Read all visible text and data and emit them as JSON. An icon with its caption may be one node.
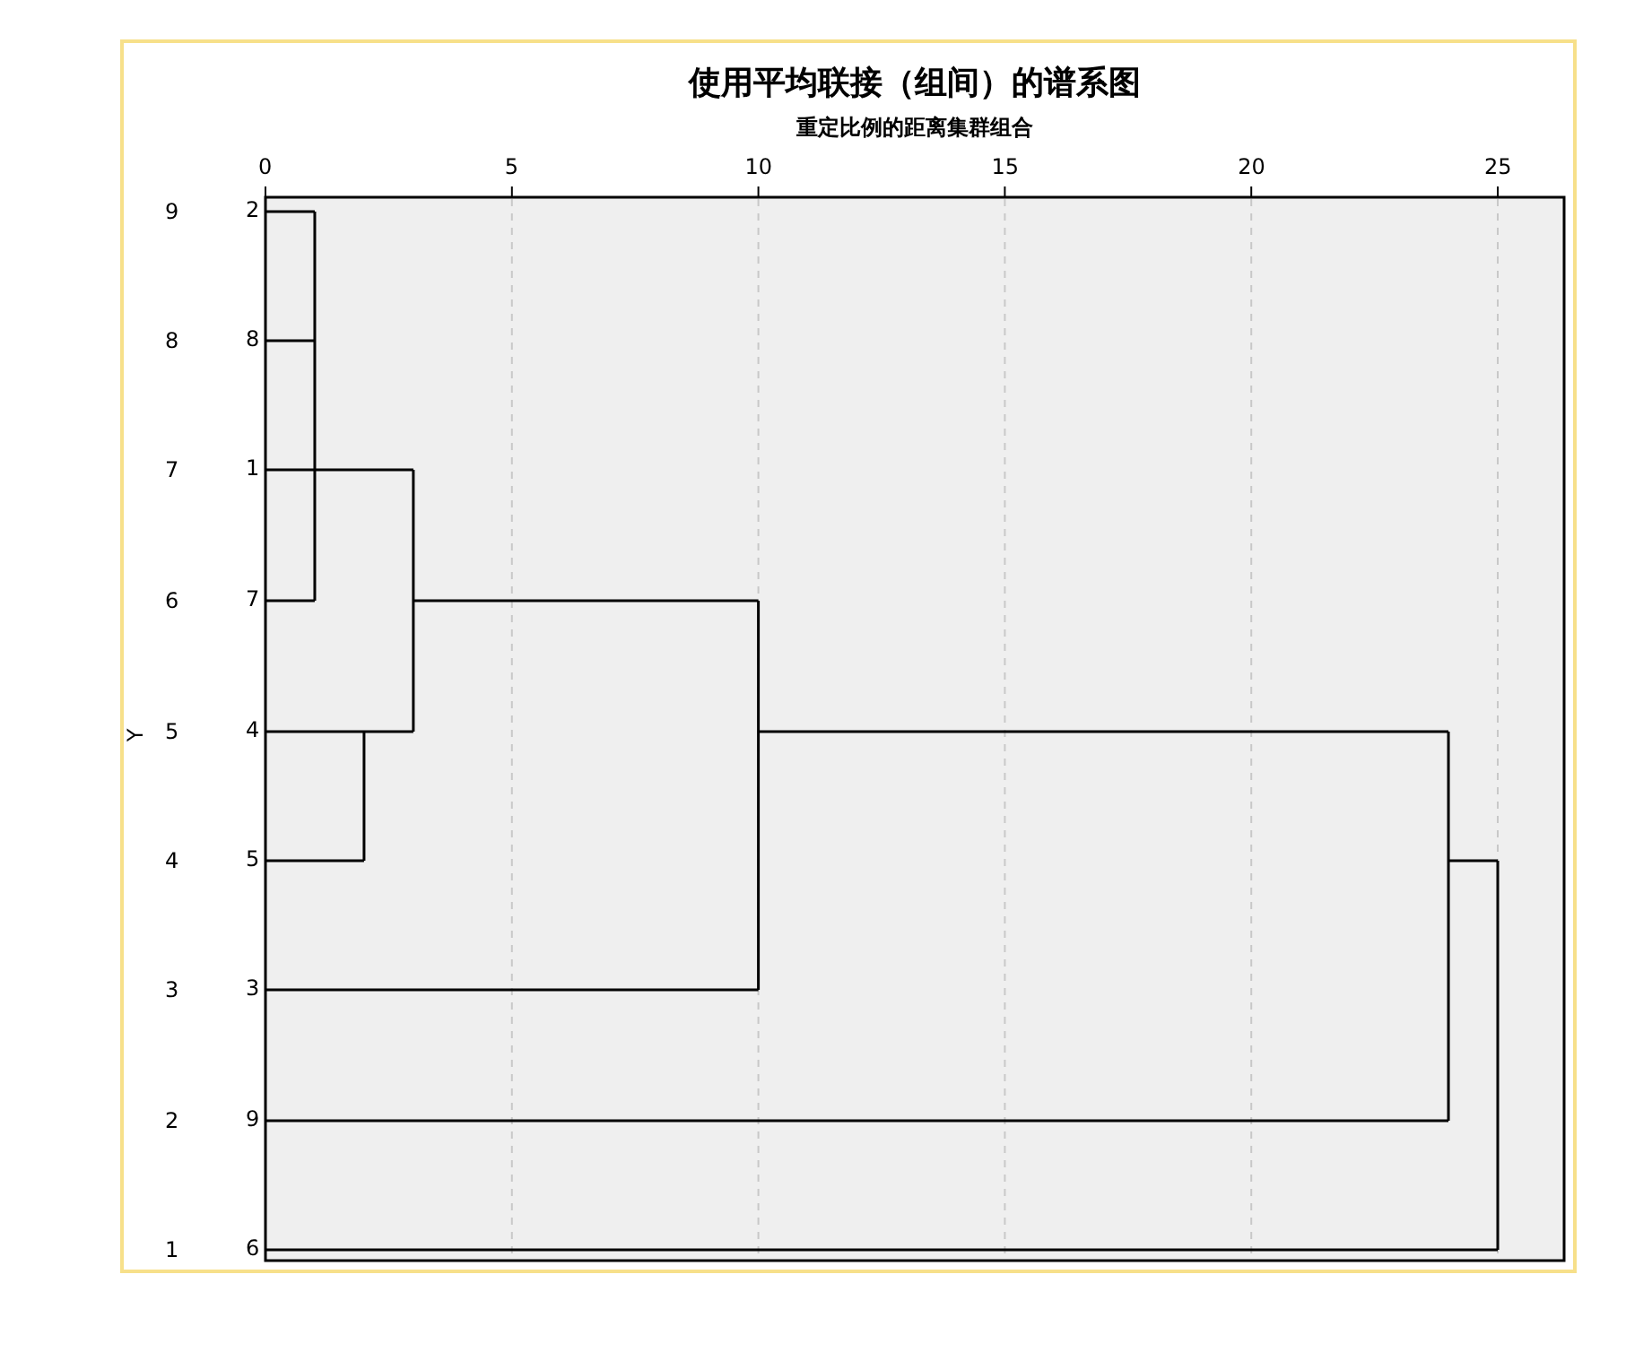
{
  "diagram": {
    "title": "使用平均联接（组间）的谱系图",
    "labels": [
      "重定比例的距离集群组合",
      "0",
      "5",
      "10",
      "15",
      "20",
      "25",
      "Y",
      "9",
      "8",
      "7",
      "6",
      "5",
      "4",
      "3",
      "2",
      "1",
      "2",
      "8",
      "1",
      "7",
      "4",
      "5",
      "3",
      "9",
      "6"
    ]
  }
}
